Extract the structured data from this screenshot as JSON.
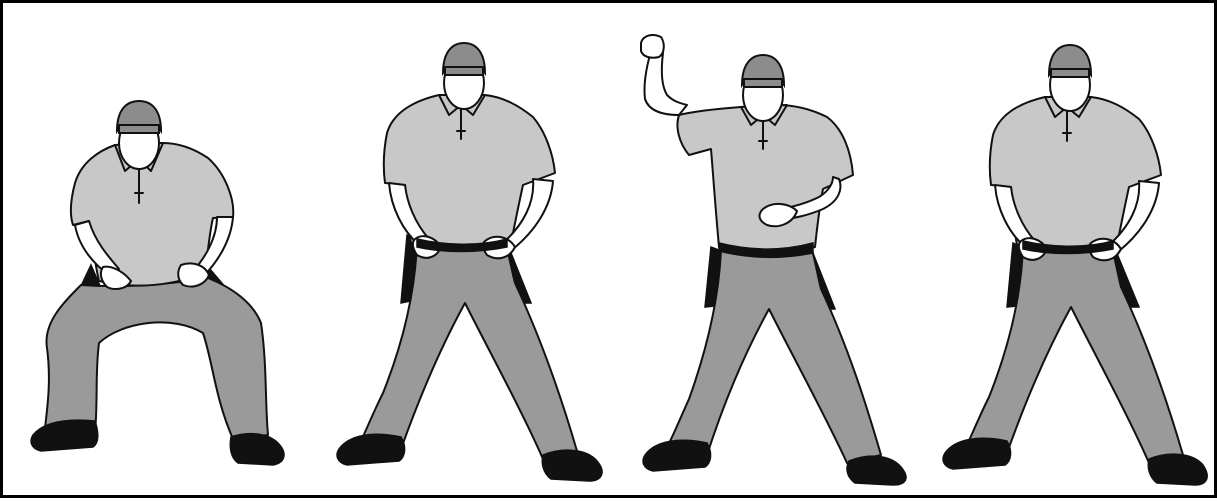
{
  "illustration": {
    "subject": "umpire-mechanics-sequence",
    "figures": [
      {
        "id": "umpire-1",
        "pose": "crouch-hands-on-knees"
      },
      {
        "id": "umpire-2",
        "pose": "standing-hands-on-thighs"
      },
      {
        "id": "umpire-3",
        "pose": "right-fist-raised-left-hand-at-chest"
      },
      {
        "id": "umpire-4",
        "pose": "standing-hands-on-thighs"
      }
    ],
    "colors": {
      "border": "#000000",
      "background": "#ffffff",
      "shirt": "#c8c8c8",
      "pants": "#9a9a9a",
      "cap": "#8c8c8c",
      "skin": "#ffffff",
      "dark": "#111111"
    }
  }
}
